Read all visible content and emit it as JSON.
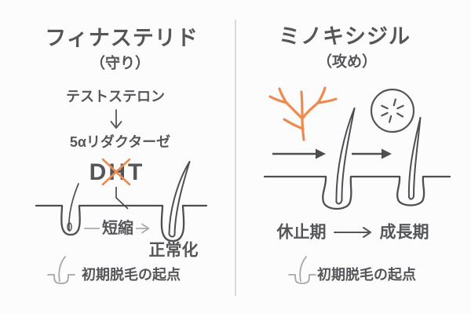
{
  "colors": {
    "background": "#FCFCFC",
    "text": "#55565A",
    "line_art": "#4E4F53",
    "accent_orange": "#ED8A50",
    "muted_gray": "#ABABAB",
    "divider": "#DADADA"
  },
  "left_panel": {
    "title": "フィナステリド",
    "subtitle": "（守り）",
    "cascade": {
      "step1": "テストステロン",
      "step2": "5αリダクターゼ",
      "step3": "DHT"
    },
    "shrink_label": "短縮",
    "normalized_label": "正常化",
    "footnote": "初期脱毛の起点"
  },
  "right_panel": {
    "title": "ミノキシジル",
    "subtitle": "（攻め）",
    "phase_from": "休止期",
    "phase_to": "成長期",
    "footnote": "初期脱毛の起点"
  },
  "icons": {
    "blood_vessel": "blood-vessel-icon",
    "stimulation": "stimulation-burst-icon",
    "follicle_marker": "mini-follicle-icon",
    "dht_cross": "orange-cross-icon",
    "down_arrow": "down-arrow-icon",
    "shrink_arrow": "shrink-arrow-icon",
    "phase_arrow": "phase-arrow-icon"
  }
}
